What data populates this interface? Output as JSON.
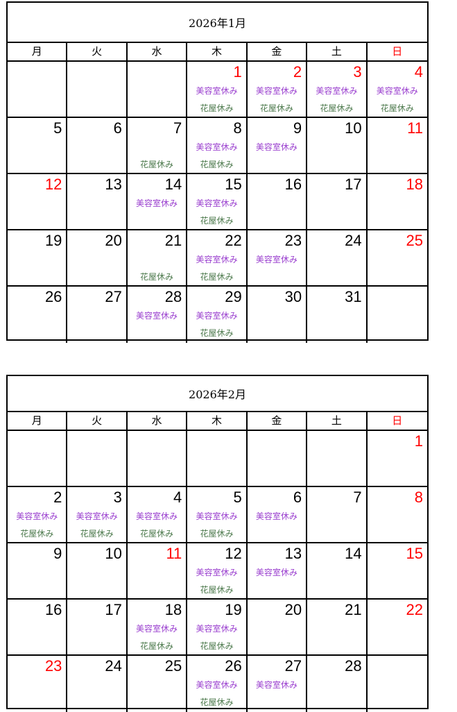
{
  "colors": {
    "holiday": "#ff0000",
    "beauty": "#9a3fcf",
    "flower": "#4d7a4d"
  },
  "weekdays": [
    "月",
    "火",
    "水",
    "木",
    "金",
    "土",
    "日"
  ],
  "calendars": [
    {
      "title": "2026年1月",
      "weeks": [
        [
          {},
          {},
          {},
          {
            "d": "1",
            "red": true,
            "b": "美容室休み",
            "f": "花屋休み"
          },
          {
            "d": "2",
            "red": true,
            "b": "美容室休み",
            "f": "花屋休み"
          },
          {
            "d": "3",
            "red": true,
            "b": "美容室休み",
            "f": "花屋休み"
          },
          {
            "d": "4",
            "red": true,
            "b": "美容室休み",
            "f": "花屋休み"
          }
        ],
        [
          {
            "d": "5"
          },
          {
            "d": "6"
          },
          {
            "d": "7",
            "f": "花屋休み"
          },
          {
            "d": "8",
            "b": "美容室休み",
            "f": "花屋休み"
          },
          {
            "d": "9",
            "b": "美容室休み"
          },
          {
            "d": "10"
          },
          {
            "d": "11",
            "red": true
          }
        ],
        [
          {
            "d": "12",
            "red": true
          },
          {
            "d": "13"
          },
          {
            "d": "14",
            "b": "美容室休み"
          },
          {
            "d": "15",
            "b": "美容室休み",
            "f": "花屋休み"
          },
          {
            "d": "16"
          },
          {
            "d": "17"
          },
          {
            "d": "18",
            "red": true
          }
        ],
        [
          {
            "d": "19"
          },
          {
            "d": "20"
          },
          {
            "d": "21",
            "f": "花屋休み"
          },
          {
            "d": "22",
            "b": "美容室休み",
            "f": "花屋休み"
          },
          {
            "d": "23",
            "b": "美容室休み"
          },
          {
            "d": "24"
          },
          {
            "d": "25",
            "red": true
          }
        ],
        [
          {
            "d": "26"
          },
          {
            "d": "27"
          },
          {
            "d": "28",
            "b": "美容室休み"
          },
          {
            "d": "29",
            "b": "美容室休み",
            "f": "花屋休み"
          },
          {
            "d": "30"
          },
          {
            "d": "31"
          },
          {}
        ]
      ]
    },
    {
      "title": "2026年2月",
      "weeks": [
        [
          {},
          {},
          {},
          {},
          {},
          {},
          {
            "d": "1",
            "red": true
          }
        ],
        [
          {
            "d": "2",
            "b": "美容室休み",
            "f": "花屋休み"
          },
          {
            "d": "3",
            "b": "美容室休み",
            "f": "花屋休み"
          },
          {
            "d": "4",
            "b": "美容室休み",
            "f": "花屋休み"
          },
          {
            "d": "5",
            "b": "美容室休み",
            "f": "花屋休み"
          },
          {
            "d": "6",
            "b": "美容室休み"
          },
          {
            "d": "7"
          },
          {
            "d": "8",
            "red": true
          }
        ],
        [
          {
            "d": "9"
          },
          {
            "d": "10"
          },
          {
            "d": "11",
            "red": true
          },
          {
            "d": "12",
            "b": "美容室休み",
            "f": "花屋休み"
          },
          {
            "d": "13",
            "b": "美容室休み"
          },
          {
            "d": "14"
          },
          {
            "d": "15",
            "red": true
          }
        ],
        [
          {
            "d": "16"
          },
          {
            "d": "17"
          },
          {
            "d": "18",
            "b": "美容室休み",
            "f": "花屋休み"
          },
          {
            "d": "19",
            "b": "美容室休み",
            "f": "花屋休み"
          },
          {
            "d": "20"
          },
          {
            "d": "21"
          },
          {
            "d": "22",
            "red": true
          }
        ],
        [
          {
            "d": "23",
            "red": true
          },
          {
            "d": "24"
          },
          {
            "d": "25"
          },
          {
            "d": "26",
            "b": "美容室休み",
            "f": "花屋休み"
          },
          {
            "d": "27",
            "b": "美容室休み"
          },
          {
            "d": "28"
          },
          {}
        ]
      ]
    }
  ]
}
